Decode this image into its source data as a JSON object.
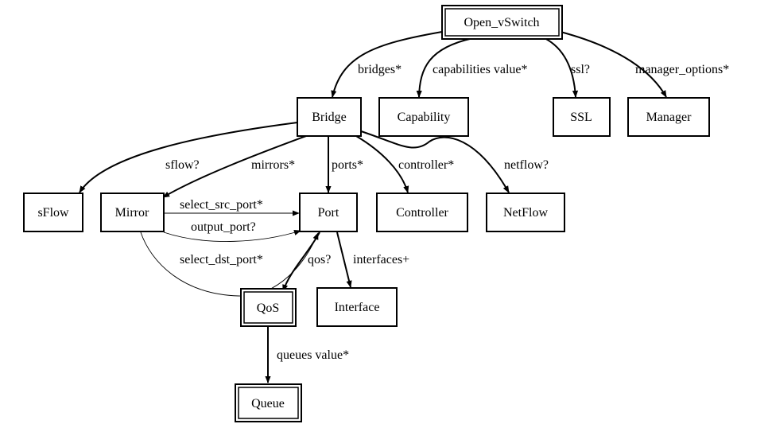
{
  "nodes": {
    "open_vswitch": "Open_vSwitch",
    "bridge": "Bridge",
    "capability": "Capability",
    "ssl": "SSL",
    "manager": "Manager",
    "sflow": "sFlow",
    "mirror": "Mirror",
    "port": "Port",
    "controller": "Controller",
    "netflow": "NetFlow",
    "qos": "QoS",
    "interface": "Interface",
    "queue": "Queue"
  },
  "edges": {
    "bridges": "bridges*",
    "capabilities": "capabilities value*",
    "ssl": "ssl?",
    "manager_options": "manager_options*",
    "sflow": "sflow?",
    "mirrors": "mirrors*",
    "ports": "ports*",
    "controller": "controller*",
    "netflow": "netflow?",
    "select_src_port": "select_src_port*",
    "output_port": "output_port?",
    "select_dst_port": "select_dst_port*",
    "qos": "qos?",
    "interfaces": "interfaces+",
    "queues": "queues value*"
  }
}
